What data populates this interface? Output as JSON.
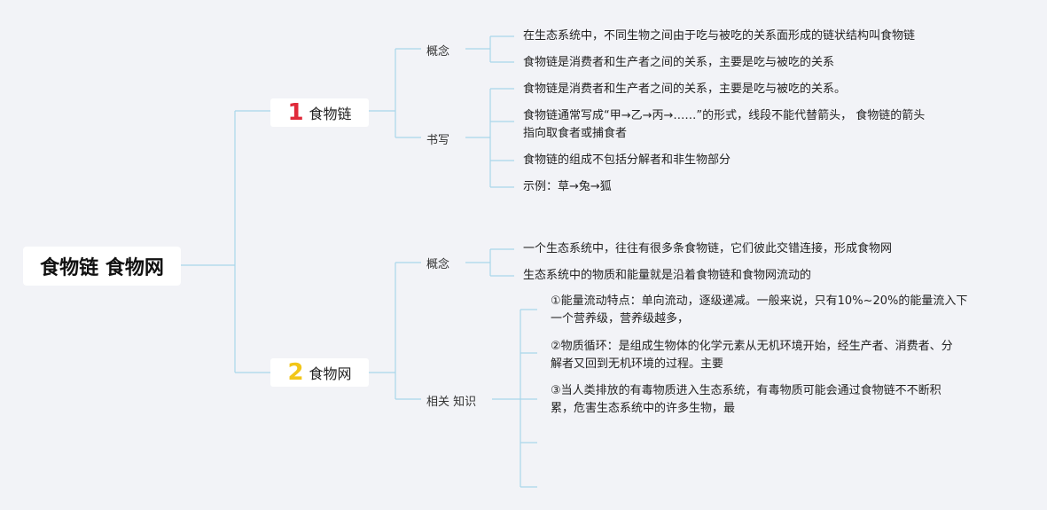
{
  "root": {
    "label": "食物链 食物网"
  },
  "branches": [
    {
      "number": "1",
      "label": "食物链",
      "subs": [
        {
          "label": "概念",
          "items": [
            "在生态系统中，不同生物之间由于吃与被吃的关系面形成的链状结构叫食物链",
            "食物链是消费者和生产者之间的关系，主要是吃与被吃的关系"
          ]
        },
        {
          "label": "书写",
          "items": [
            "食物链是消费者和生产者之间的关系，主要是吃与被吃的关系。",
            "食物链通常写成“甲→乙→丙→……”的形式，线段不能代替箭头， 食物链的箭头",
            "指向取食者或捕食者",
            "食物链的组成不包括分解者和非生物部分",
            "示例：草→兔→狐"
          ]
        }
      ]
    },
    {
      "number": "2",
      "label": "食物网",
      "subs": [
        {
          "label": "概念",
          "items": [
            "一个生态系统中，往往有很多条食物链，它们彼此交错连接，形成食物网",
            "生态系统中的物质和能量就是沿着食物链和食物网流动的"
          ]
        },
        {
          "label": "相关 知识",
          "items": [
            "①能量流动特点：单向流动，逐级递减。一般来说，只有10%~20%的能量流入下",
            "一个营养级，营养级越多，",
            "②物质循环：是组成生物体的化学元素从无机环境开始，经生产者、消费者、分",
            "解者又回到无机环境的过程。主要",
            "③当人类排放的有毒物质进入生态系统，有毒物质可能会通过食物链不不断积",
            "累，危害生态系统中的许多生物，最"
          ]
        }
      ]
    }
  ]
}
